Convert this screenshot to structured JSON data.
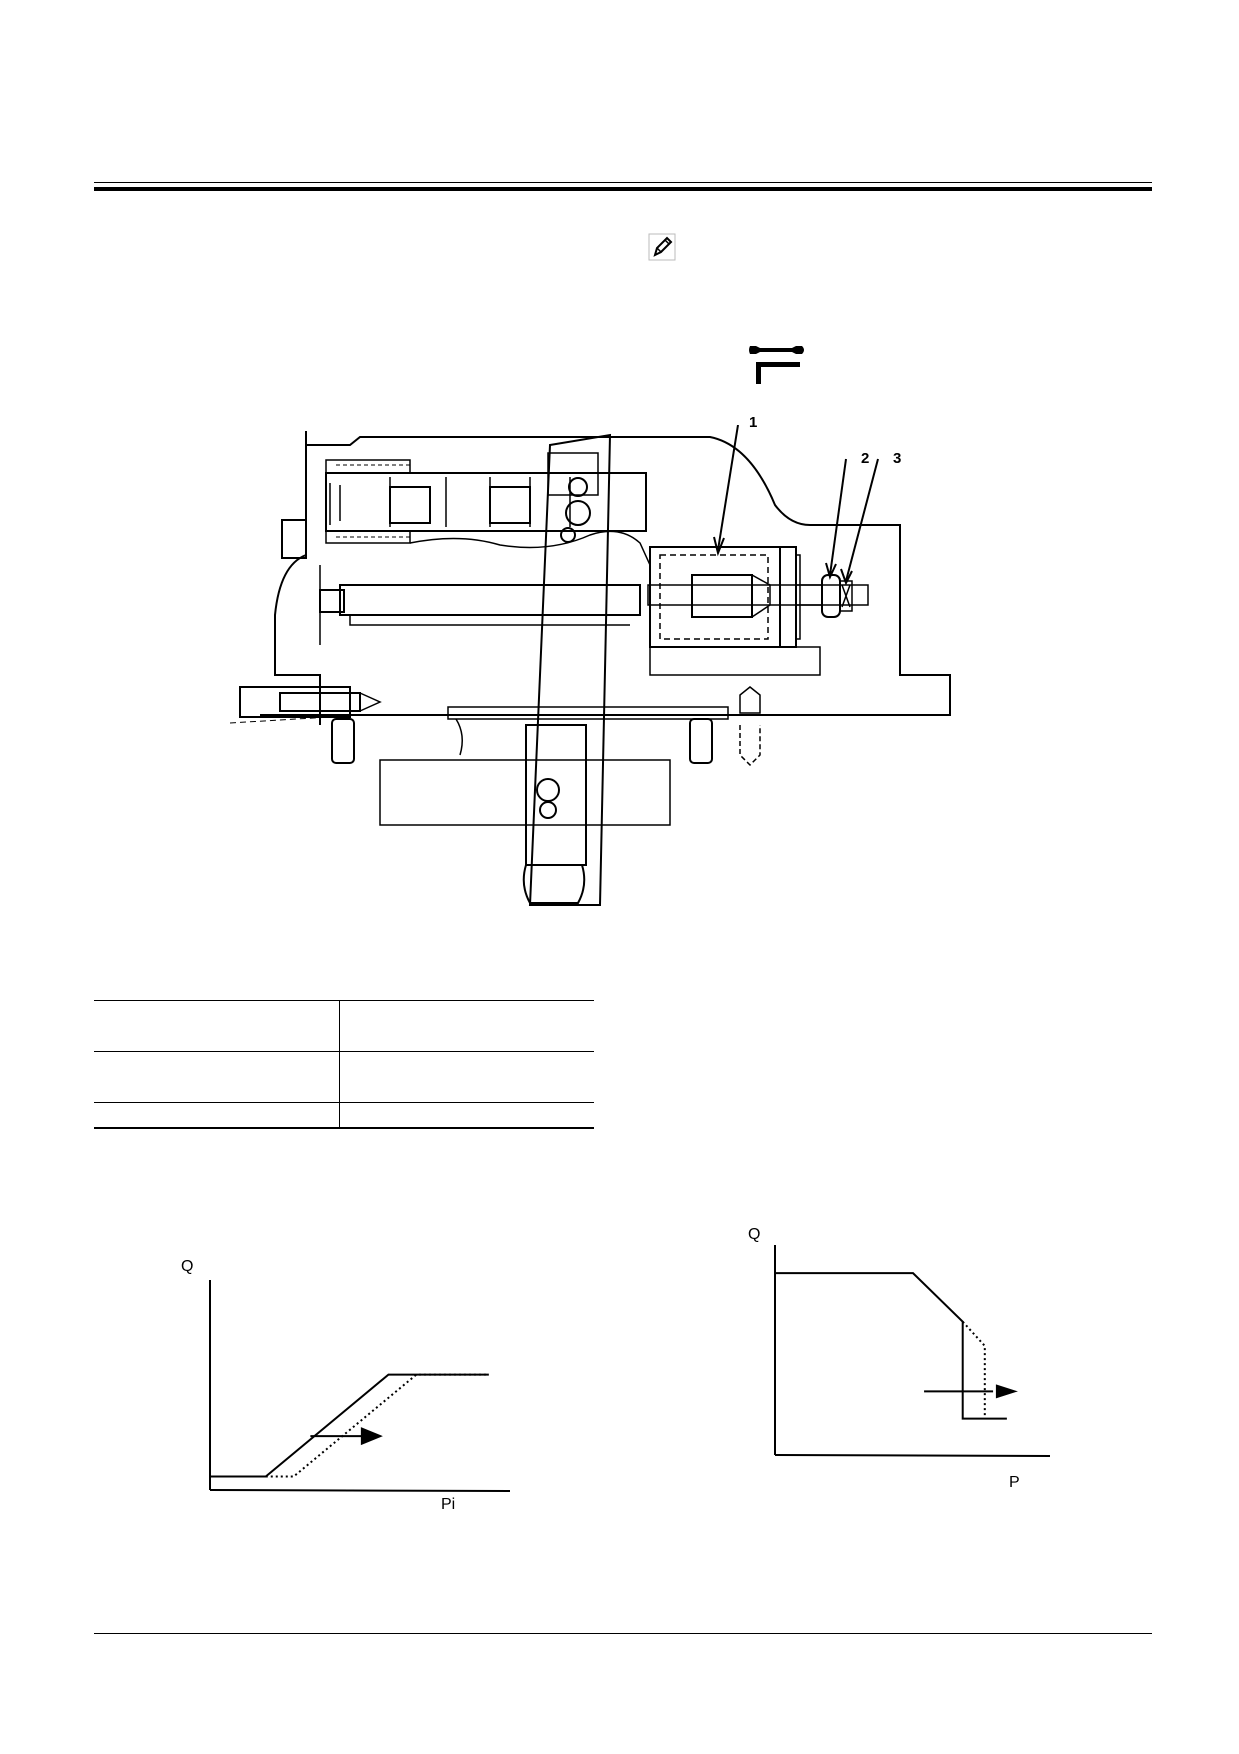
{
  "diagram": {
    "callouts": [
      "1",
      "2",
      "3"
    ]
  },
  "icons": [
    "note-pencil-icon",
    "wrench-hex-key-icon"
  ],
  "spec_table": {
    "rows": [
      [
        "",
        ""
      ],
      [
        "",
        ""
      ],
      [
        "",
        ""
      ]
    ]
  },
  "chart_data": [
    {
      "type": "line",
      "title": "",
      "xlabel": "Pi",
      "ylabel": "Q",
      "series": [
        {
          "style": "solid",
          "x": [
            0,
            1.0,
            3.2,
            5.0
          ],
          "y": [
            0.35,
            0.35,
            3.0,
            3.0
          ]
        },
        {
          "style": "dotted",
          "x": [
            1.0,
            1.5,
            3.7,
            5.0
          ],
          "y": [
            0.35,
            0.35,
            3.0,
            3.0
          ]
        }
      ],
      "annotations": [
        "shift-right-arrow"
      ]
    },
    {
      "type": "line",
      "title": "",
      "xlabel": "P",
      "ylabel": "Q",
      "series": [
        {
          "style": "solid",
          "x": [
            0,
            2.5,
            3.4,
            3.4,
            4.2
          ],
          "y": [
            3.0,
            3.0,
            2.2,
            0.6,
            0.6
          ]
        },
        {
          "style": "dotted",
          "x": [
            3.4,
            3.8,
            3.8
          ],
          "y": [
            2.2,
            1.8,
            0.6
          ]
        }
      ],
      "annotations": [
        "shift-right-arrow"
      ]
    }
  ]
}
